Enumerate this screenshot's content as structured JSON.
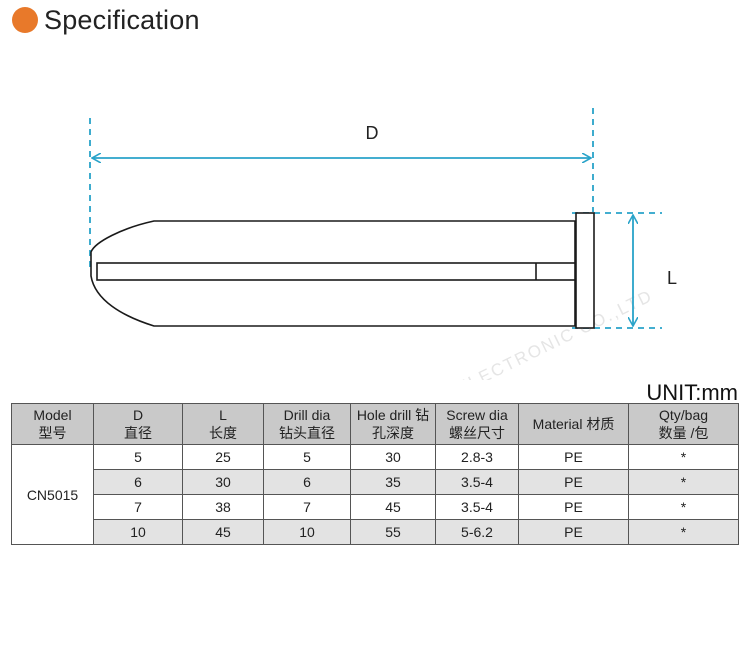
{
  "header": {
    "title": "Specification",
    "accent_color": "#e8792a"
  },
  "diagram": {
    "dim_d_label": "D",
    "dim_l_label": "L",
    "dim_color": "#29a3c9",
    "watermark": "DONGGUAN CHUANGCHENG PLASTIC ELECTRONIC CO.,LTD"
  },
  "unit_label": "UNIT:mm",
  "table": {
    "headers": [
      {
        "en": "Model",
        "zh": "型号"
      },
      {
        "en": "D",
        "zh": "直径"
      },
      {
        "en": "L",
        "zh": "长度"
      },
      {
        "en": "Drill dia",
        "zh": "钻头直径"
      },
      {
        "en": "Hole drill 钻",
        "zh": "孔深度"
      },
      {
        "en": "Screw dia",
        "zh": "螺丝尺寸"
      },
      {
        "en": "Material 材质",
        "zh": ""
      },
      {
        "en": "Qty/bag",
        "zh": "数量 /包"
      }
    ],
    "model": "CN5015",
    "rows": [
      [
        "5",
        "25",
        "5",
        "30",
        "2.8-3",
        "PE",
        "*"
      ],
      [
        "6",
        "30",
        "6",
        "35",
        "3.5-4",
        "PE",
        "*"
      ],
      [
        "7",
        "38",
        "7",
        "45",
        "3.5-4",
        "PE",
        "*"
      ],
      [
        "10",
        "45",
        "10",
        "55",
        "5-6.2",
        "PE",
        "*"
      ]
    ]
  }
}
